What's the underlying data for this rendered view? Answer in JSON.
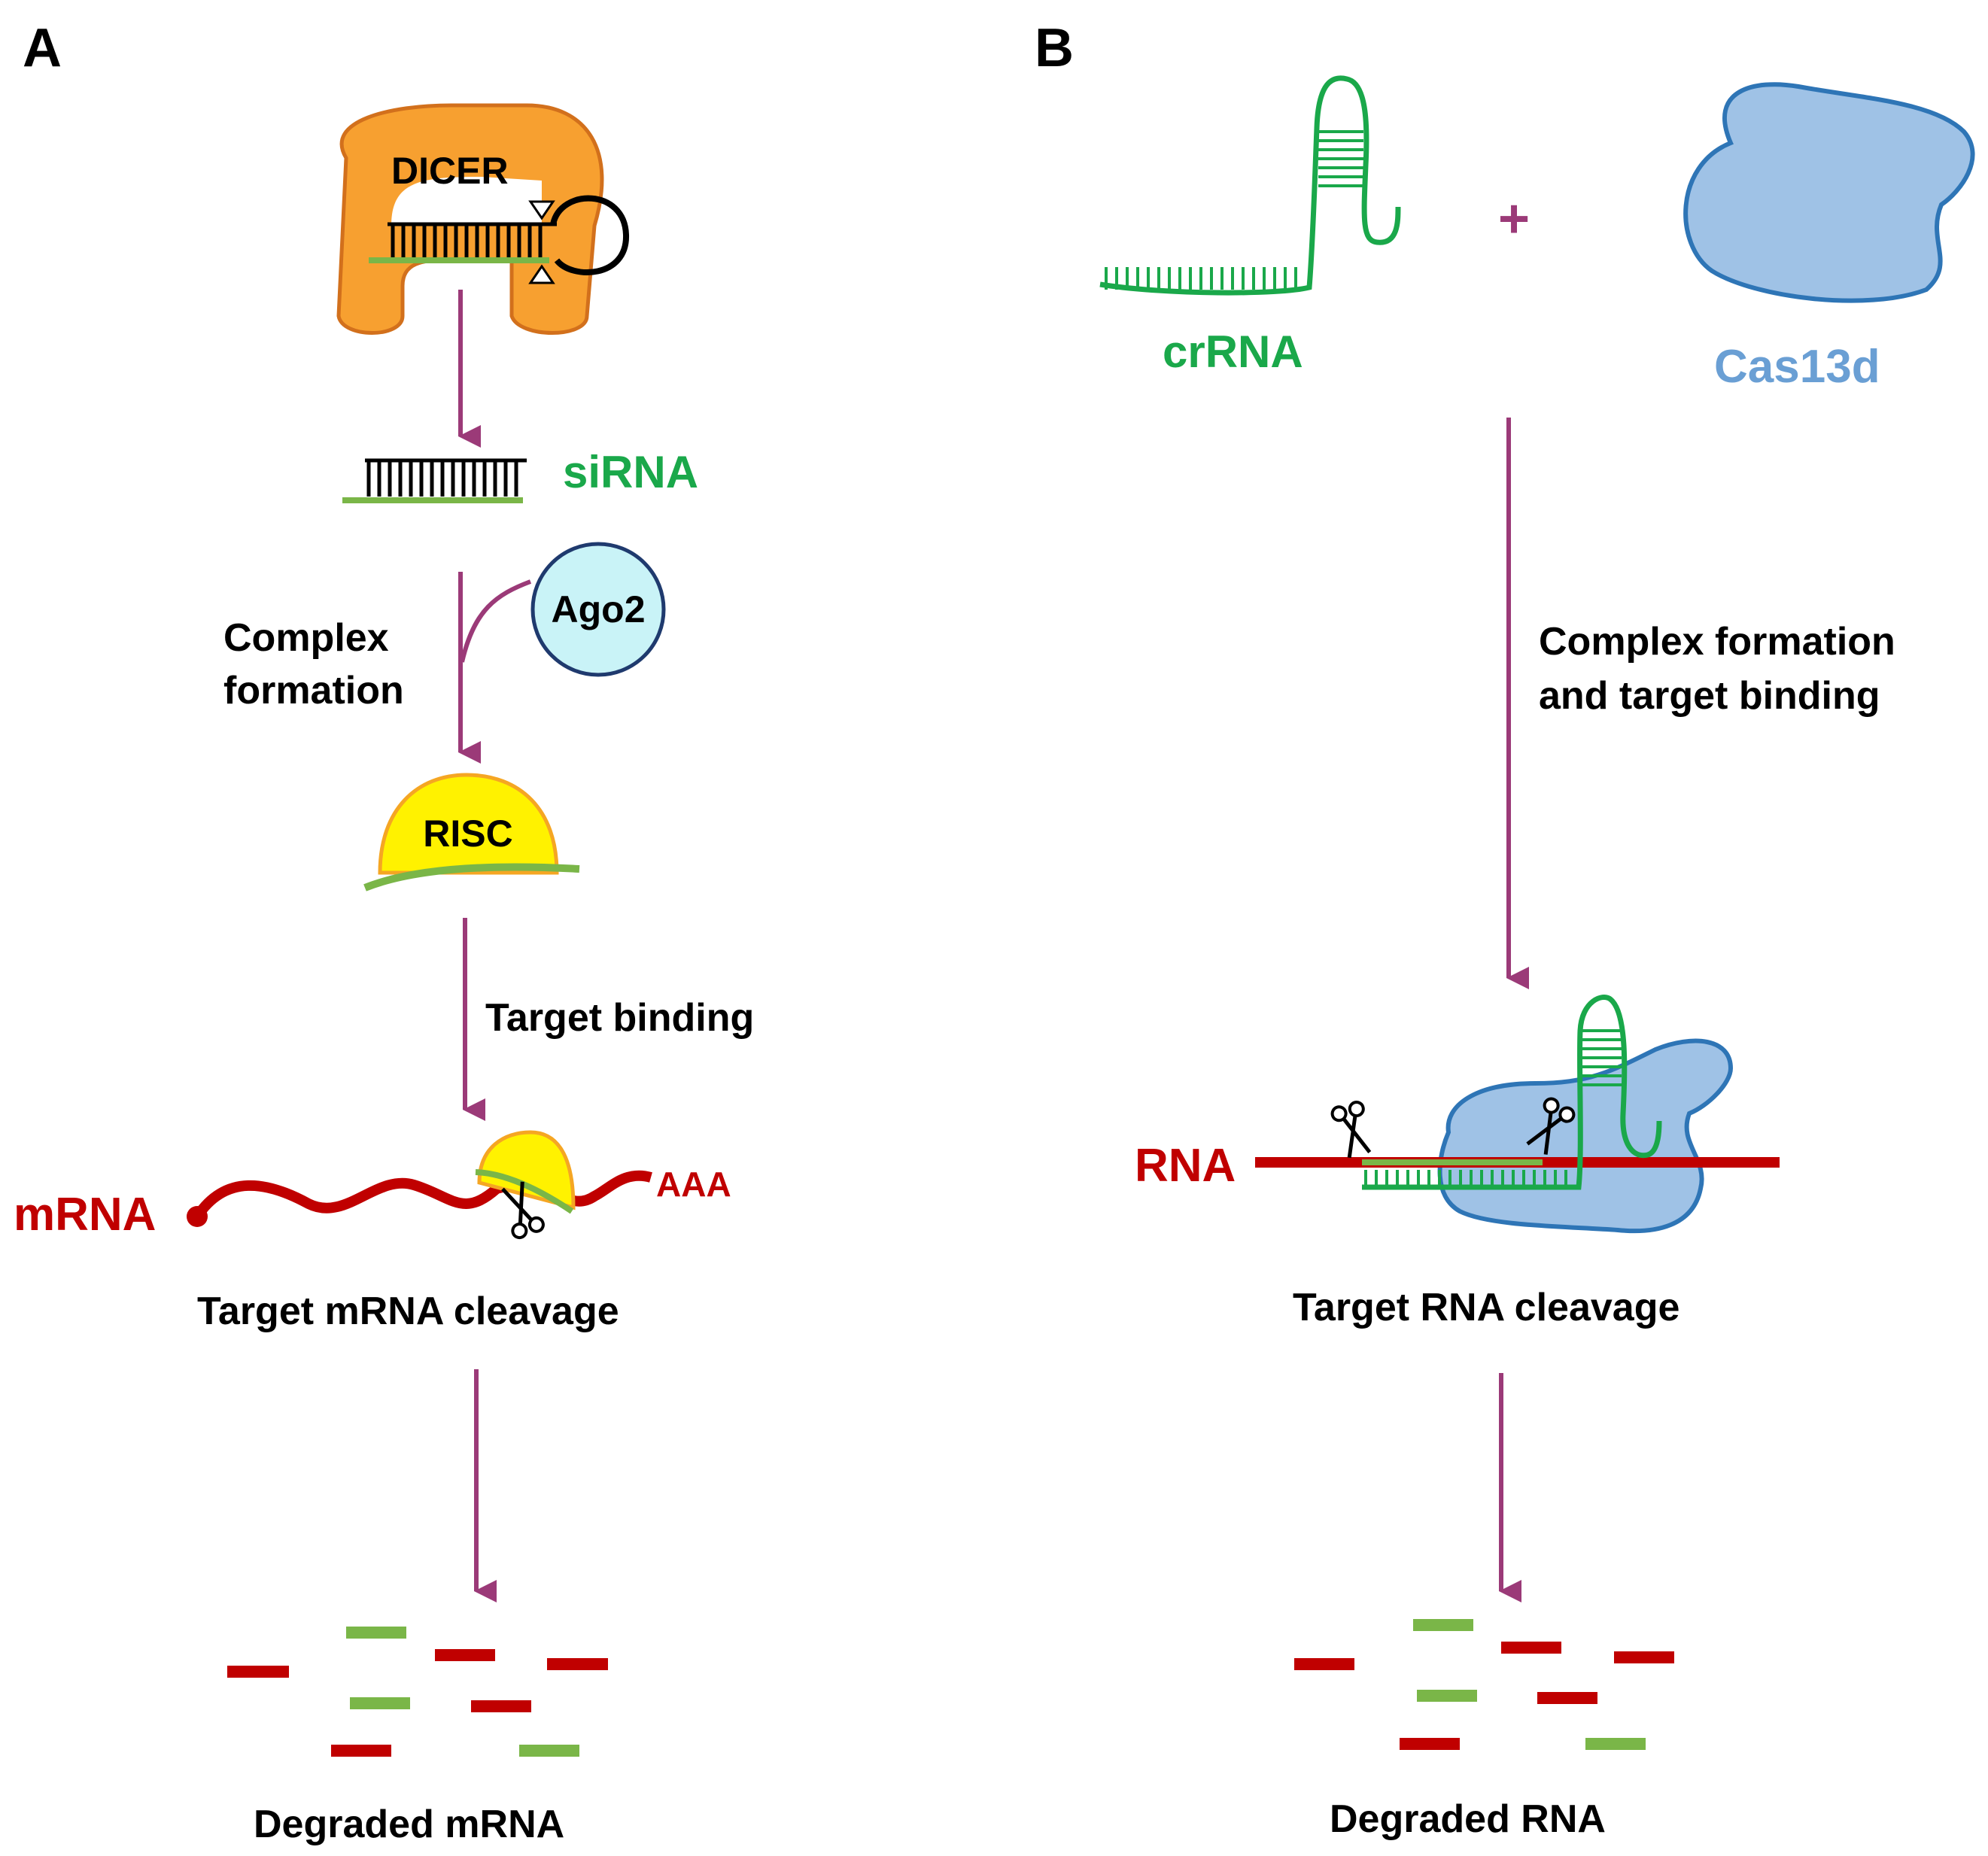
{
  "panel_a": {
    "letter": "A",
    "dicer_label": "DICER",
    "sirna_label": "siRNA",
    "complex_label_line1": "Complex",
    "complex_label_line2": "formation",
    "ago2_label": "Ago2",
    "risc_label": "RISC",
    "target_binding_label": "Target binding",
    "mrna_label": "mRNA",
    "polya_label": "AAA",
    "cleavage_label": "Target mRNA  cleavage",
    "degraded_label": "Degraded mRNA"
  },
  "panel_b": {
    "letter": "B",
    "crrna_label": "crRNA",
    "plus_sign": "+",
    "cas_label": "Cas13d",
    "step_label_line1": "Complex formation",
    "step_label_line2": "and target binding",
    "rna_label": "RNA",
    "cleavage_label": "Target RNA  cleavage",
    "degraded_label": "Degraded RNA"
  },
  "colors": {
    "arrow": "#9b3a78",
    "dicer": "#f7a030",
    "risc": "#fff200",
    "ago2": "#c9f3f7",
    "cas13d": "#9fc2e6",
    "crrna": "#1aa84a",
    "sirna_strand": "#7ab648",
    "mrna": "#c00000"
  },
  "icons": [
    "scissors-icon",
    "arrow-down-icon",
    "plus-icon"
  ]
}
